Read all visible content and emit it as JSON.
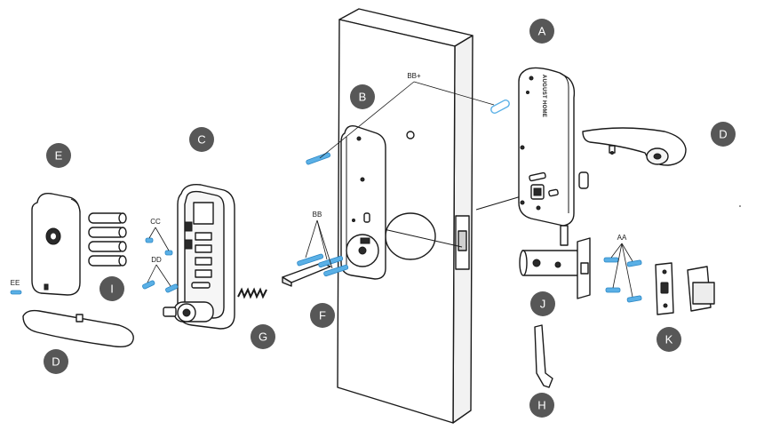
{
  "badges": {
    "A": "A",
    "B": "B",
    "C": "C",
    "D_right": "D",
    "D_left": "D",
    "E": "E",
    "F": "F",
    "G": "G",
    "H": "H",
    "I": "I",
    "J": "J",
    "K": "K"
  },
  "callouts": {
    "bb_plus": "BB+",
    "bb": "BB",
    "cc": "CC",
    "dd": "DD",
    "ee": "EE",
    "aa": "AA"
  },
  "brand_text": "AUGUST HOME",
  "colors": {
    "badge": "#575757",
    "screw": "#5ab0e6",
    "line": "#1a1a1a"
  }
}
